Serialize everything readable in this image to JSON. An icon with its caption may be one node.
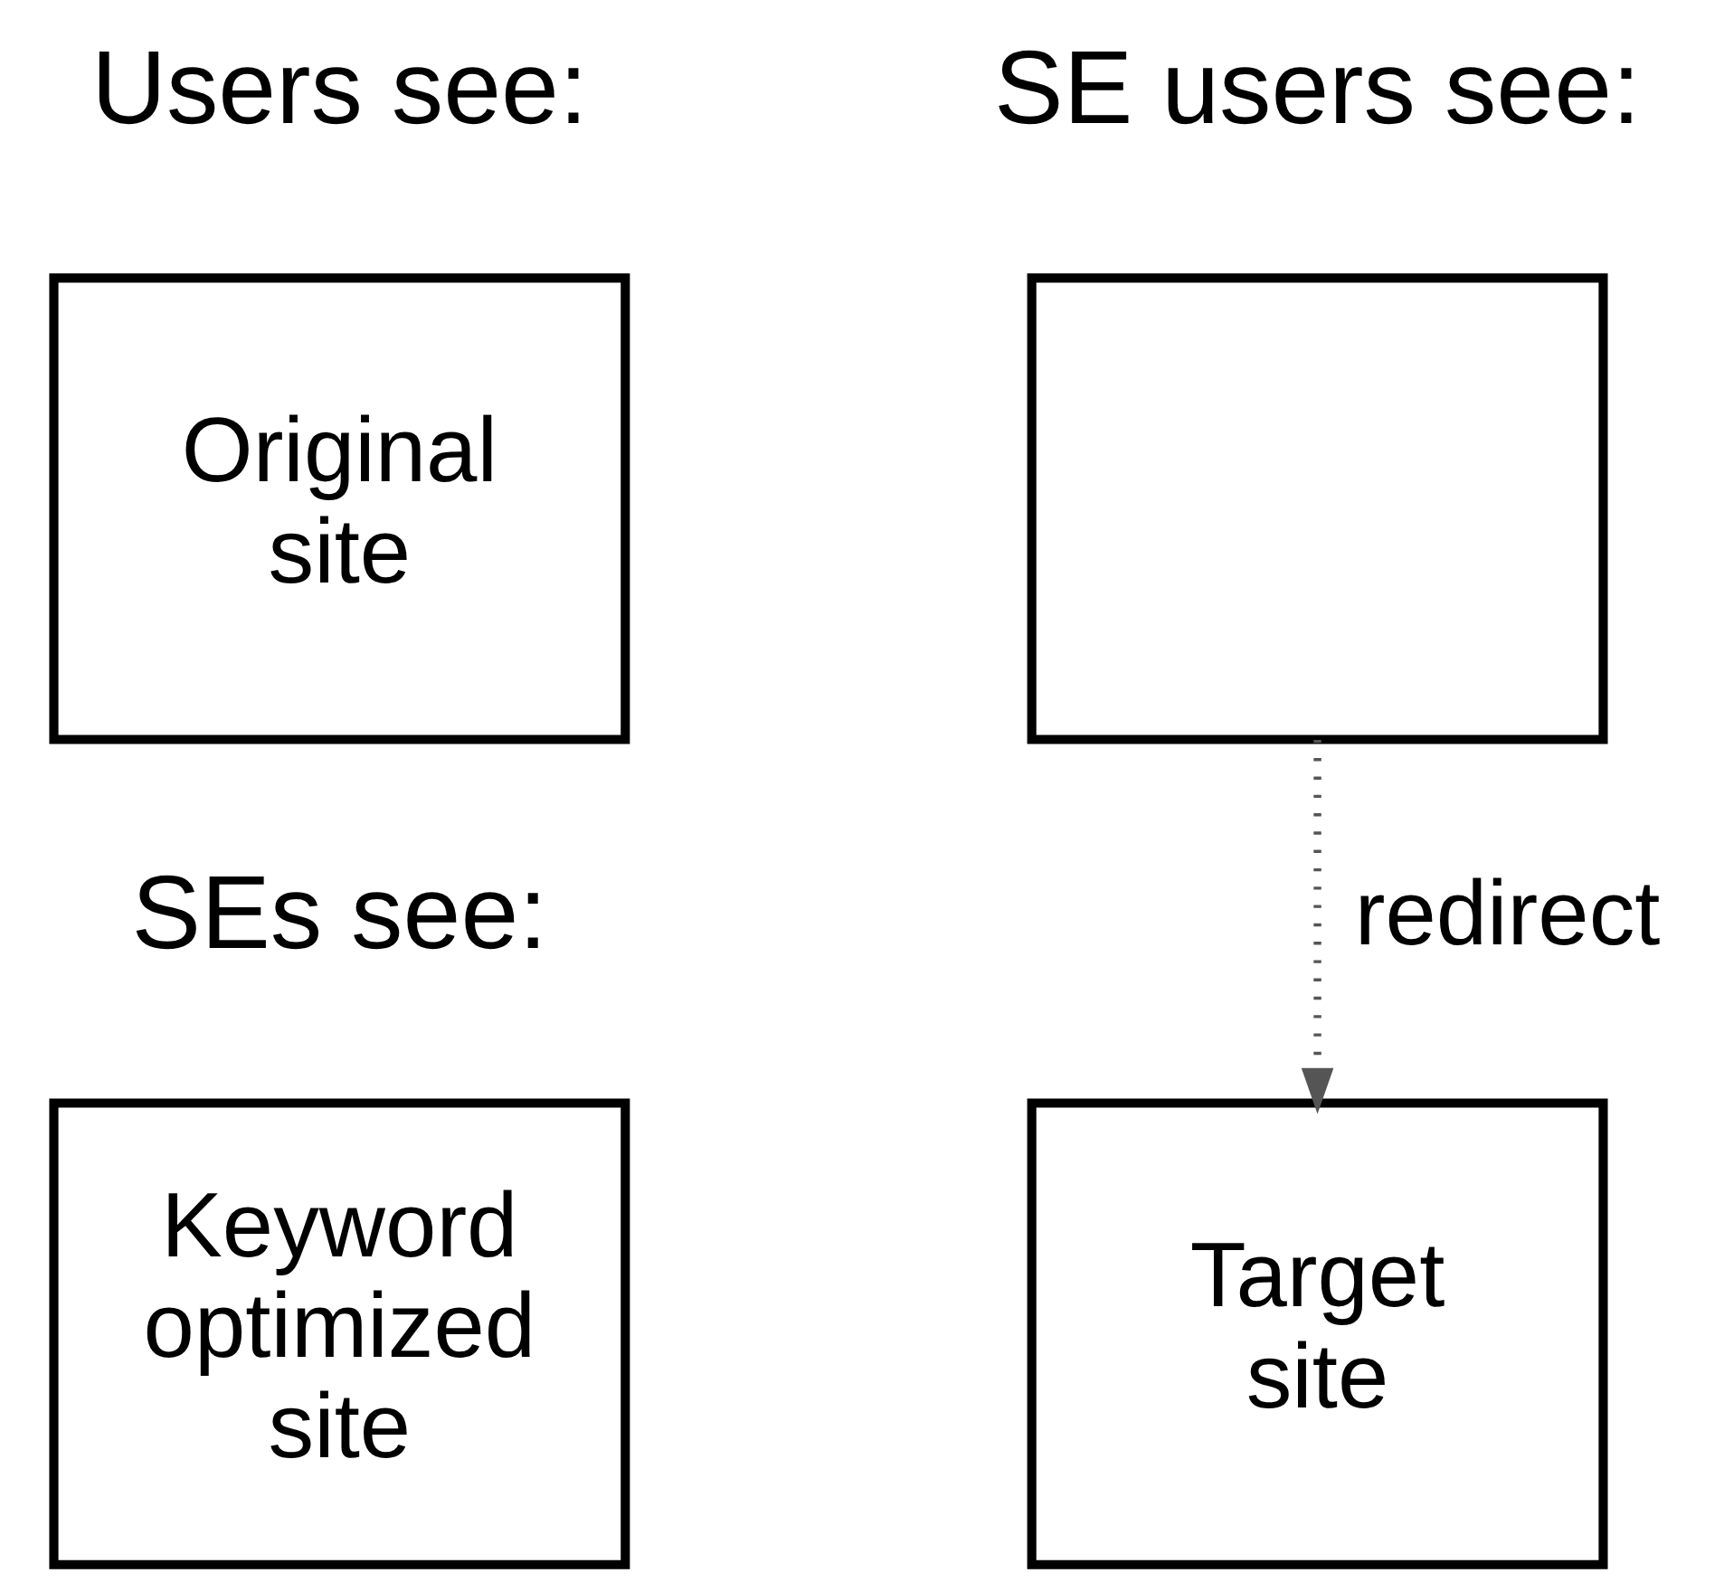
{
  "diagram": {
    "nodes": [
      {
        "text": [
          "Original site"
        ]
      },
      {
        "text": [],
        "shape": "box"
      },
      {
        "text": [
          "Keyword optimized site"
        ]
      },
      {
        "text": [
          "Target site"
        ]
      }
    ],
    "edges": [
      {
        "from": 1,
        "to": 3,
        "arrow": "to",
        "label": "redirect",
        "style": "dashed",
        "color": "#555555"
      }
    ],
    "labels": [
      "Users see:",
      "SE users see:",
      "SEs see:"
    ]
  }
}
